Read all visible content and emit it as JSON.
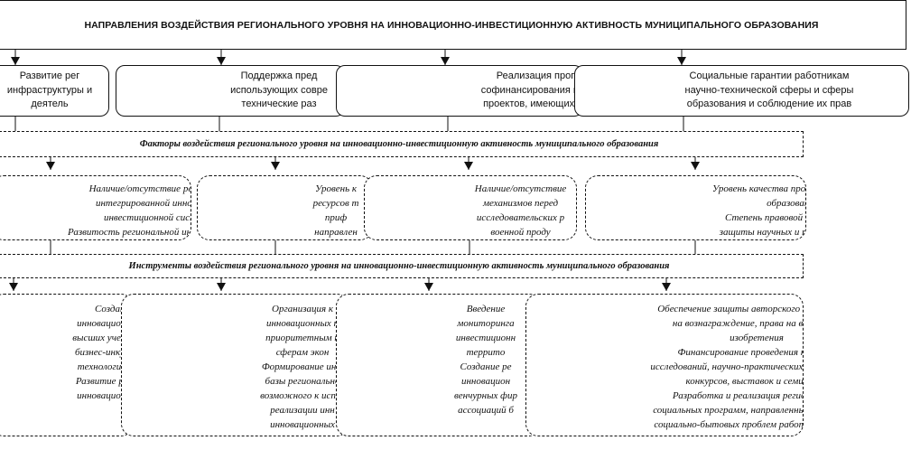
{
  "title": "НАПРАВЛЕНИЯ ВОЗДЕЙСТВИЯ РЕГИОНАЛЬНОГО УРОВНЯ НА ИННОВАЦИОННО-ИНВЕСТИЦИОННУЮ АКТИВНОСТЬ МУНИЦИПАЛЬНОГО ОБРАЗОВАНИЯ",
  "directions": [
    {
      "lines": [
        "Развитие рег",
        "инфраструктуры и",
        "деятель"
      ]
    },
    {
      "lines": [
        "Поддержка пред",
        "использующих совре",
        "технические раз"
      ]
    },
    {
      "lines": [
        "Реализация прог",
        "софинансирования инн",
        "проектов, имеющих со"
      ]
    },
    {
      "lines": [
        "Социальные гарантии работникам",
        "научно-технической сферы и сферы",
        "образования и соблюдение их прав"
      ]
    }
  ],
  "factors_header": "Факторы воздействия регионального уровня на инновационно-инвестиционную активность муниципального образования",
  "factors": [
    {
      "lines": [
        "Наличие/отсутствие реги",
        "интегрированной иннова",
        "инвестиционной систе",
        "Развитость региональной инно"
      ]
    },
    {
      "lines": [
        "Уровень к",
        "ресурсов т",
        "приф",
        "направлен"
      ]
    },
    {
      "lines": [
        "Наличие/отсутствие",
        "механизмов перед",
        "исследовательских р",
        "военной проду"
      ]
    },
    {
      "lines": [
        "Уровень качества профессионального",
        "образования",
        "Степень правовой и социальной",
        "защиты  научных и педагогических"
      ]
    }
  ],
  "instruments_header": "Инструменты воздействия регионального уровня на инновационно-инвестиционную активность муниципального образования",
  "instruments": [
    {
      "lines": [
        "Создание н",
        "инновационных",
        "высших учебных",
        "бизнес-инкубат",
        "технологичест",
        "Развитие регио",
        "инновационных"
      ]
    },
    {
      "lines": [
        "Организация к",
        "инновационных п",
        "приоритетным н",
        "сферам экон",
        "Формирование инф",
        "базы регионально",
        "возможного к испол",
        "реализации инн",
        "инновационных"
      ]
    },
    {
      "lines": [
        "Введение",
        "мониторинга",
        "инвестиционн",
        "террито",
        "Создание ре",
        "инновацион",
        "венчурных фир",
        "ассоциаций б"
      ]
    },
    {
      "lines": [
        "Обеспечение защиты авторского права, права",
        "на вознаграждение, права на внедрение",
        "изобретения",
        "Финансирование проведения научных",
        "исследований, научно-практических конференций,",
        "конкурсов, выставок и семинаров",
        "Разработка  и реализация региональных",
        "социальных программ, направленных на решение",
        "социально-бытовых проблем работников сферы"
      ]
    }
  ]
}
